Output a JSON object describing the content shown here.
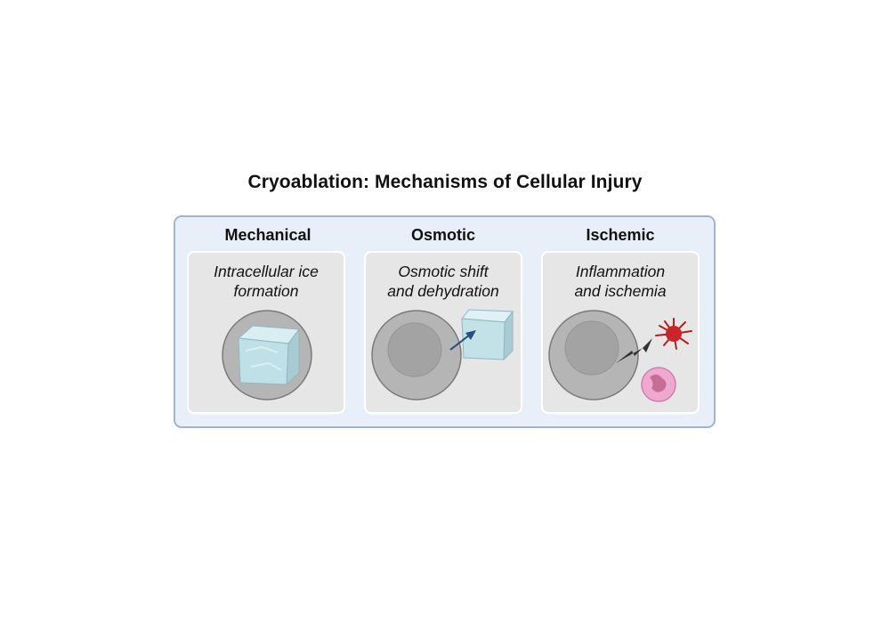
{
  "title": "Cryoablation: Mechanisms of Cellular Injury",
  "panels": [
    {
      "heading": "Mechanical",
      "caption_line1": "Intracellular ice",
      "caption_line2": "formation",
      "icons": [
        "cell-icon",
        "ice-cube-icon"
      ]
    },
    {
      "heading": "Osmotic",
      "caption_line1": "Osmotic shift",
      "caption_line2": "and dehydration",
      "icons": [
        "cell-icon",
        "nucleus-icon",
        "ice-cube-icon",
        "arrow-icon"
      ]
    },
    {
      "heading": "Ischemic",
      "caption_line1": "Inflammation",
      "caption_line2": "and ischemia",
      "icons": [
        "cell-icon",
        "nucleus-icon",
        "lightning-bolt-icon",
        "macrophage-icon",
        "neutrophil-icon"
      ]
    }
  ],
  "colors": {
    "outer_fill": "#e9eff8",
    "outer_border": "#9fb4cf",
    "panel_fill": "#e6e6e6",
    "cell": "#b5b5b5",
    "nucleus": "#a3a3a3",
    "ice": "#bfe0e6",
    "arrow": "#274e7a",
    "macrophage": "#c8242a",
    "neutrophil": "#efa8cf"
  }
}
